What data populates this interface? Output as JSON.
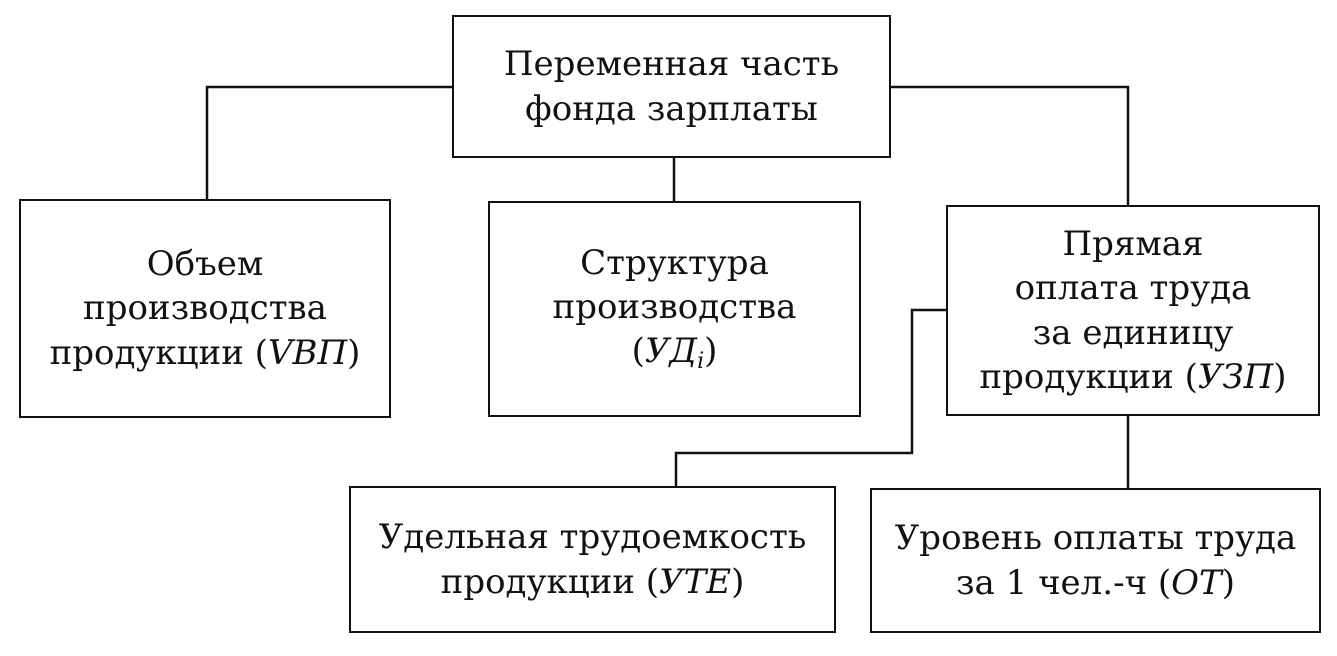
{
  "nodes": {
    "top": {
      "lines": [
        "Переменная часть",
        "фонда зарплаты"
      ]
    },
    "vol": {
      "lines": [
        "Объем",
        "производства"
      ],
      "prefix": "продукции (",
      "code": "VВП",
      "suffix": ")"
    },
    "str": {
      "lines": [
        "Структура",
        "производства"
      ],
      "prefix": "(",
      "code": "УД",
      "sub": "i",
      "suffix": ")"
    },
    "dir": {
      "lines": [
        "Прямая",
        "оплата труда",
        "за единицу"
      ],
      "prefix": "продукции (",
      "code": "УЗП",
      "suffix": ")"
    },
    "ute": {
      "lines": [
        "Удельная трудоемкость"
      ],
      "prefix": "продукции (",
      "code": "УТЕ",
      "suffix": ")"
    },
    "ot": {
      "lines": [
        "Уровень оплаты труда"
      ],
      "prefix": "за 1 чел.-ч (",
      "code": "ОТ",
      "suffix": ")"
    }
  },
  "edges": [
    [
      "top",
      "vol"
    ],
    [
      "top",
      "str"
    ],
    [
      "top",
      "dir"
    ],
    [
      "dir",
      "ute"
    ],
    [
      "dir",
      "ot"
    ]
  ]
}
